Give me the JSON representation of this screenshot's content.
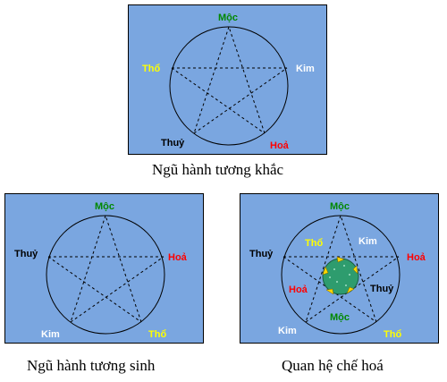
{
  "colors": {
    "panel_bg": "#7aa6e0",
    "moc": "#008800",
    "tho": "#ffff00",
    "kim": "#ffffff",
    "hoa": "#ff0000",
    "thuy": "#000000",
    "center_ball": "#2e9c6e",
    "arrow_yellow": "#ffd700"
  },
  "diagrams": {
    "khac": {
      "caption": "Ngũ hành tương khắc",
      "labels": {
        "moc": "Mộc",
        "kim": "Kim",
        "hoa": "Hoả",
        "thuy": "Thuỷ",
        "tho": "Thổ"
      }
    },
    "sinh": {
      "caption": "Ngũ hành tương sinh",
      "labels": {
        "moc": "Mộc",
        "hoa": "Hoả",
        "tho": "Thổ",
        "kim": "Kim",
        "thuy": "Thuỷ"
      }
    },
    "chehoa": {
      "caption": "Quan hệ chế hoá",
      "outer_labels": {
        "moc": "Mộc",
        "hoa": "Hoả",
        "tho": "Thổ",
        "kim": "Kim",
        "thuy": "Thuỷ"
      },
      "inner_labels": {
        "tho": "Thổ",
        "kim": "Kim",
        "hoa": "Hoả",
        "thuy": "Thuỷ",
        "moc": "Mộc"
      }
    }
  }
}
